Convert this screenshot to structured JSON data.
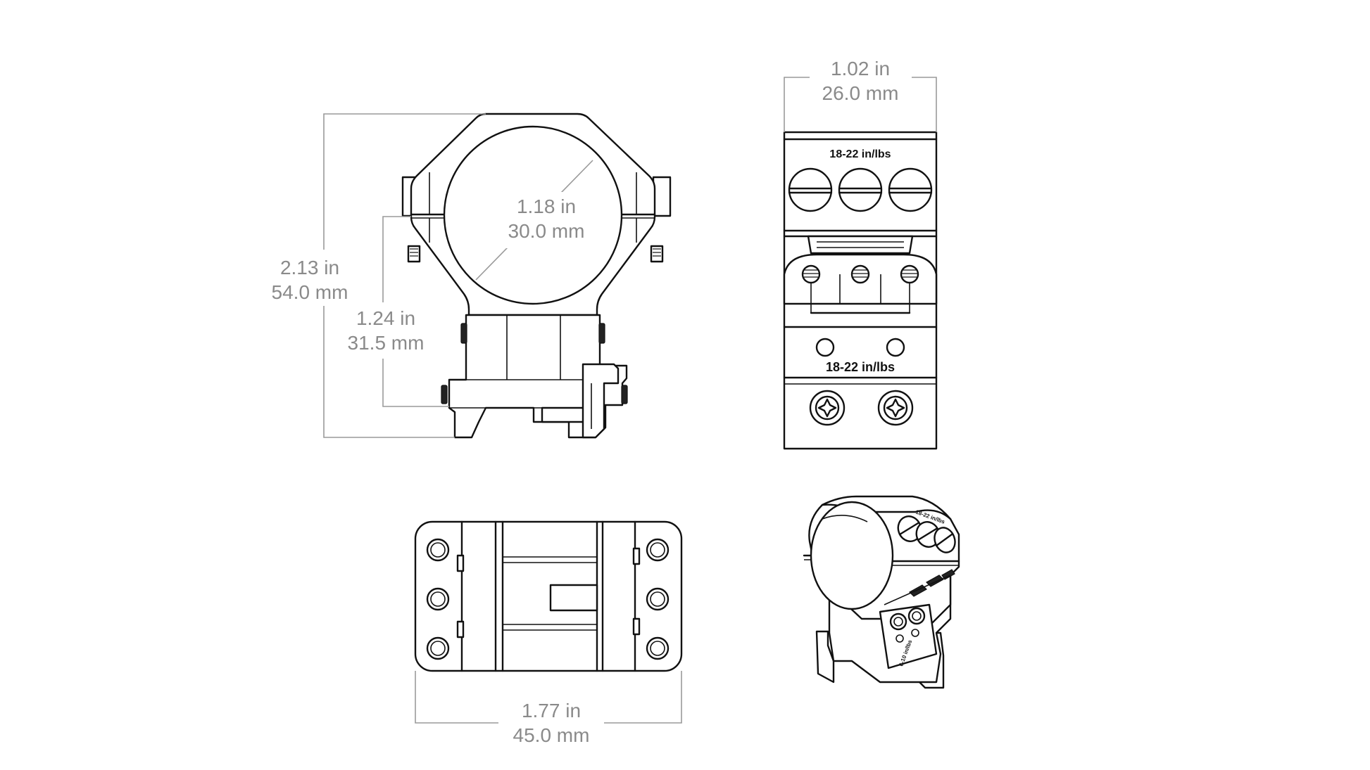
{
  "dimensions": {
    "overall_height": {
      "in": "2.13 in",
      "mm": "54.0 mm"
    },
    "ring_diameter": {
      "in": "1.18 in",
      "mm": "30.0 mm"
    },
    "center_height": {
      "in": "1.24 in",
      "mm": "31.5 mm"
    },
    "ring_width": {
      "in": "1.02 in",
      "mm": "26.0 mm"
    },
    "base_length": {
      "in": "1.77 in",
      "mm": "45.0 mm"
    }
  },
  "engravings": {
    "cap_torque": "18-22 in/lbs",
    "base_torque": "18-22 in/lbs",
    "iso_cap_torque": "18-22 in/lbs",
    "iso_base_torque": "6-10 in/lbs"
  }
}
